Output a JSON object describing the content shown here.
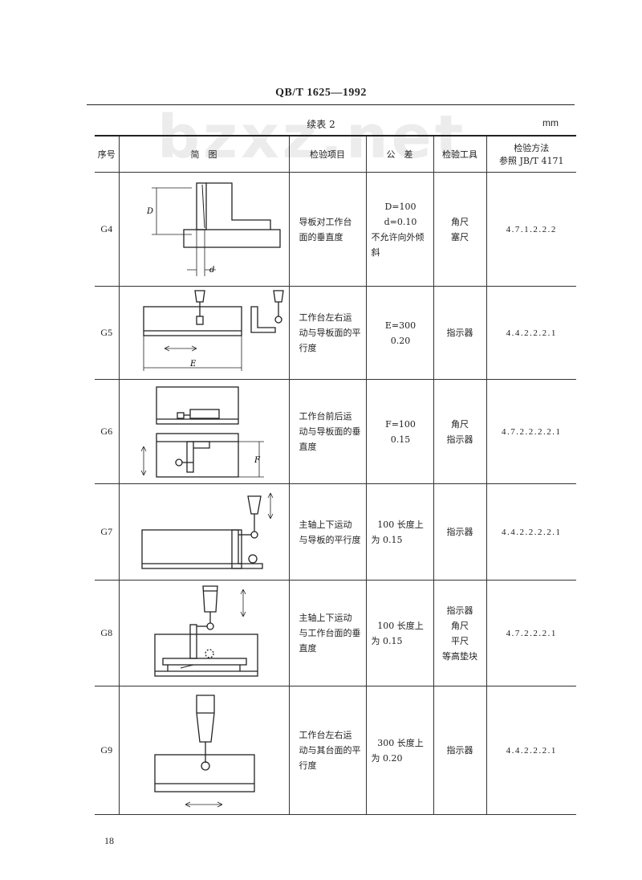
{
  "header": {
    "standard_code": "QB/T 1625—1992"
  },
  "table_caption": "续表 2",
  "unit": "mm",
  "watermark": "bzxz.net",
  "columns": [
    "序号",
    "简　图",
    "检验项目",
    "公　差",
    "检验工具",
    "检验方法",
    "参照 JB/T 4171"
  ],
  "rows": [
    {
      "no": "G4",
      "item": [
        "导板对工作台",
        "面的垂直度"
      ],
      "tolerance": [
        "D=100",
        "d=0.10",
        "不允许向外倾",
        "斜"
      ],
      "tools": [
        "角尺",
        "塞尺"
      ],
      "method": "4.7.1.2.2.2",
      "diagram": "square-vertical-icon",
      "labels": [
        "D",
        "d"
      ]
    },
    {
      "no": "G5",
      "item": [
        "工作台左右运",
        "动与导板面的平",
        "行度"
      ],
      "tolerance": [
        "E=300",
        "0.20"
      ],
      "tools": [
        "指示器"
      ],
      "method": "4.4.2.2.2.1",
      "diagram": "table-lateral-indicator-icon",
      "labels": [
        "E"
      ]
    },
    {
      "no": "G6",
      "item": [
        "工作台前后运",
        "动与导板面的垂",
        "直度"
      ],
      "tolerance": [
        "F=100",
        "0.15"
      ],
      "tools": [
        "角尺",
        "指示器"
      ],
      "method": "4.7.2.2.2.2.1",
      "diagram": "table-fore-aft-indicator-icon",
      "labels": [
        "F"
      ]
    },
    {
      "no": "G7",
      "item": [
        "主轴上下运动",
        "与导板的平行度"
      ],
      "tolerance": [
        "100 长度上",
        "为 0.15"
      ],
      "tools": [
        "指示器"
      ],
      "method": "4.4.2.2.2.2.1",
      "diagram": "spindle-guide-parallel-icon",
      "labels": []
    },
    {
      "no": "G8",
      "item": [
        "主轴上下运动",
        "与工作台面的垂",
        "直度"
      ],
      "tolerance": [
        "100 长度上",
        "为 0.15"
      ],
      "tools": [
        "指示器",
        "角尺",
        "平尺",
        "等高垫块"
      ],
      "method": "4.7.2.2.2.1",
      "diagram": "spindle-table-perpendicular-icon",
      "labels": []
    },
    {
      "no": "G9",
      "item": [
        "工作台左右运",
        "动与其台面的平",
        "行度"
      ],
      "tolerance": [
        "300 长度上",
        "为 0.20"
      ],
      "tools": [
        "指示器"
      ],
      "method": "4.4.2.2.2.1",
      "diagram": "table-surface-parallel-icon",
      "labels": []
    }
  ],
  "page_number": "18"
}
